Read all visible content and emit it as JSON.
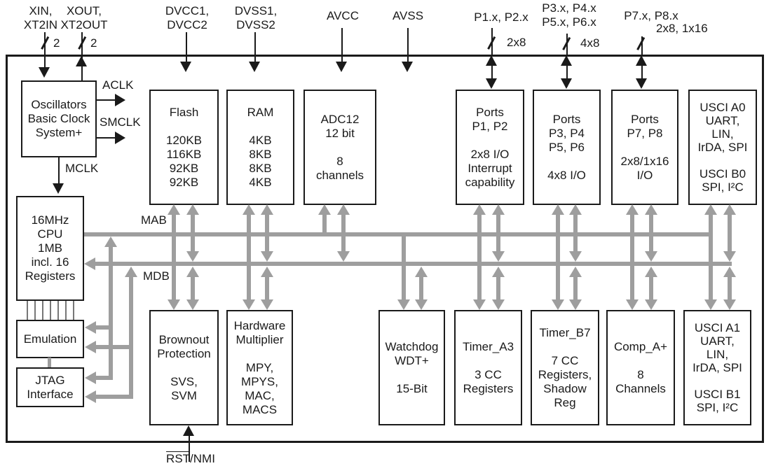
{
  "pins": {
    "xin": {
      "label": "XIN,\nXT2IN",
      "width": "2"
    },
    "xout": {
      "label": "XOUT,\nXT2OUT",
      "width": "2"
    },
    "dvcc": {
      "label": "DVCC1,\nDVCC2"
    },
    "dvss": {
      "label": "DVSS1,\nDVSS2"
    },
    "avcc": {
      "label": "AVCC"
    },
    "avss": {
      "label": "AVSS"
    },
    "p12": {
      "label": "P1.x, P2.x",
      "width": "2x8"
    },
    "p36": {
      "label": "P3.x, P4.x\nP5.x, P6.x",
      "width": "4x8"
    },
    "p78": {
      "label": "P7.x, P8.x",
      "width": "2x8, 1x16"
    },
    "rst": {
      "overline": "RST",
      "rest": "/NMI"
    }
  },
  "clocks": {
    "aclk": "ACLK",
    "smclk": "SMCLK",
    "mclk": "MCLK"
  },
  "buses": {
    "mab": "MAB",
    "mdb": "MDB"
  },
  "blocks": {
    "oscillators": "Oscillators\nBasic Clock\nSystem+",
    "flash": "Flash\n\n120KB\n116KB\n92KB\n92KB",
    "ram": "RAM\n\n4KB\n8KB\n8KB\n4KB",
    "adc12": "ADC12\n12 bit\n\n8\nchannels",
    "ports_p1_p2": "Ports\nP1, P2\n\n2x8 I/O\nInterrupt\ncapability",
    "ports_p3_p6": "Ports\nP3, P4\nP5, P6\n\n4x8 I/O",
    "ports_p7_p8": "Ports\nP7, P8\n\n2x8/1x16\nI/O",
    "usci_a0": "USCI A0\nUART,\nLIN,\nIrDA, SPI\n\nUSCI B0\nSPI, I²C",
    "cpu": "16MHz\nCPU\n1MB\nincl. 16\nRegisters",
    "emulation": "Emulation",
    "jtag": "JTAG\nInterface",
    "brownout": "Brownout\nProtection\n\nSVS,\nSVM",
    "multiplier": "Hardware\nMultiplier\n\nMPY,\nMPYS,\nMAC,\nMACS",
    "watchdog": "Watchdog\nWDT+\n\n15-Bit",
    "timer_a3": "Timer_A3\n\n3 CC\nRegisters",
    "timer_b7": "Timer_B7\n\n7 CC\nRegisters,\nShadow\nReg",
    "comp_a": "Comp_A+\n\n8\nChannels",
    "usci_a1": "USCI A1\nUART,\nLIN,\nIrDA, SPI\n\nUSCI B1\nSPI, I²C"
  },
  "colors": {
    "bus_gray": "#9e9e9e",
    "line_black": "#1a1a1a"
  }
}
